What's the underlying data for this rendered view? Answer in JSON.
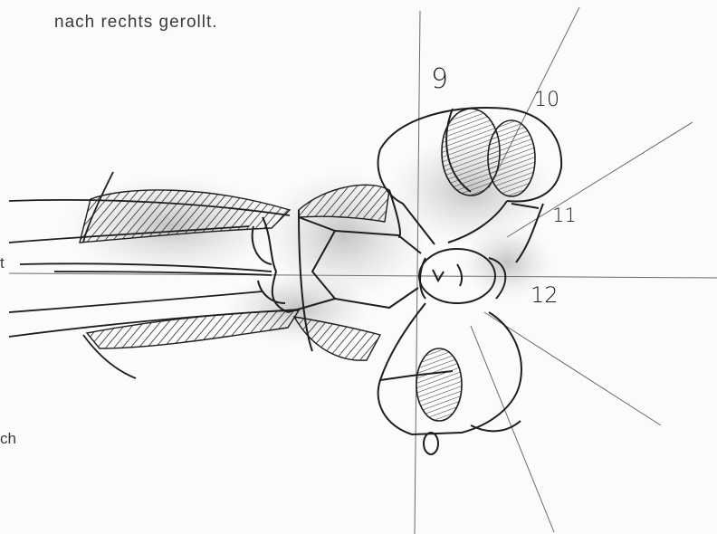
{
  "texts": {
    "top_caption": "nach rechts gerollt.",
    "left_fragment_1": "t",
    "left_fragment_2": "ch"
  },
  "view_labels": [
    "9",
    "10",
    "11",
    "12"
  ],
  "colors": {
    "paper": "#fbfbfa",
    "pencil": "#1e1e1e",
    "shade": "#9a9a9a",
    "text": "#3a3a3a"
  }
}
